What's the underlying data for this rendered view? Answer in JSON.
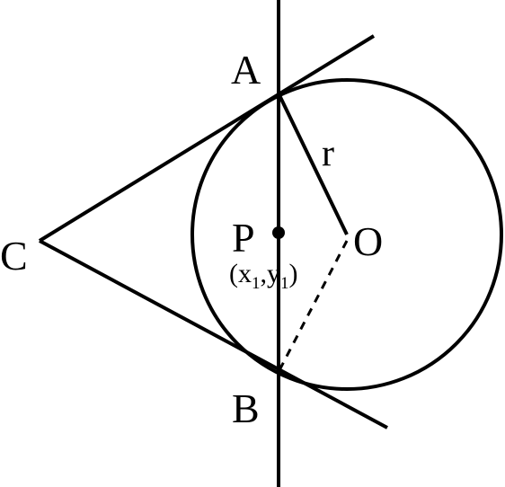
{
  "labels": {
    "A": "A",
    "B": "B",
    "C": "C",
    "O": "O",
    "P": "P",
    "r": "r",
    "coord_open": "(x",
    "coord_sub1": "1",
    "coord_mid": ",y",
    "coord_sub2": "1",
    "coord_close": ")"
  },
  "colors": {
    "stroke": "#000000",
    "background": "#ffffff"
  }
}
